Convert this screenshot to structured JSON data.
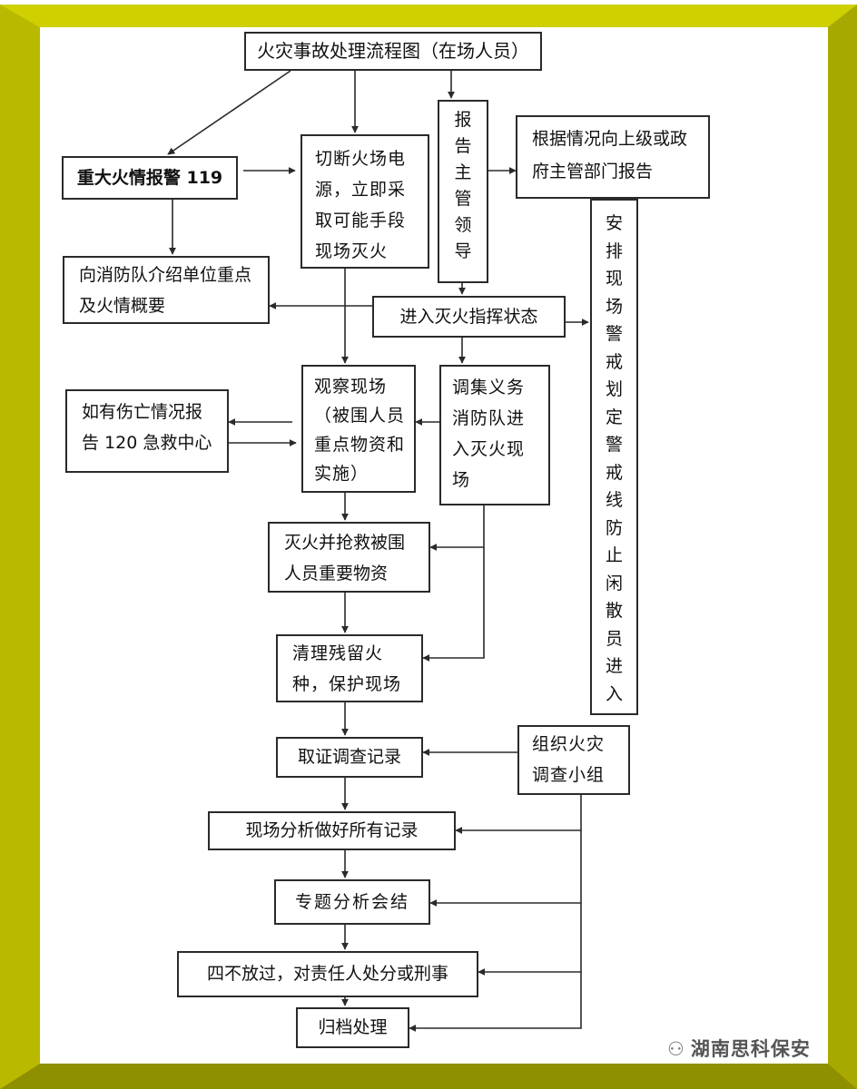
{
  "title": "火灾事故处理流程图（在场人员）",
  "colors": {
    "frame_outer": "#cfd000",
    "frame_side": "#a7a800",
    "frame_bottom": "#8f9000",
    "line": "#2a2a2a",
    "box_fill": "#ffffff"
  },
  "nodes": {
    "alarm_119": "重大火情报警 119",
    "cut_power": "切断火场电源，立即采取可能手段现场灭火",
    "report_leader": "报告主管领导",
    "report_gov": "根据情况向上级或政府主管部门报告",
    "intro_fire_dept": "向消防队介绍单位重点及火情概要",
    "command_state": "进入灭火指挥状态",
    "arrange_cordon": "安排现场警戒划定警戒线防止闲散员进入",
    "casualty_report": "如有伤亡情况报告 120 急救中心",
    "observe_scene": "观察现场（被围人员重点物资和实施）",
    "volunteer_team": "调集义务消防队进入灭火现场",
    "extinguish_rescue": "灭火并抢救被围人员重要物资",
    "clear_fire": "清理残留火种，保护现场",
    "investigate": "取证调查记录",
    "fire_team": "组织火灾调查小组",
    "analysis_records": "现场分析做好所有记录",
    "special_summary": "专题分析会结",
    "four_not": "四不放过，对责任人处分或刑事",
    "archive": "归档处理"
  },
  "watermark": {
    "icon": "wechat-icon",
    "text": "湖南思科保安"
  }
}
